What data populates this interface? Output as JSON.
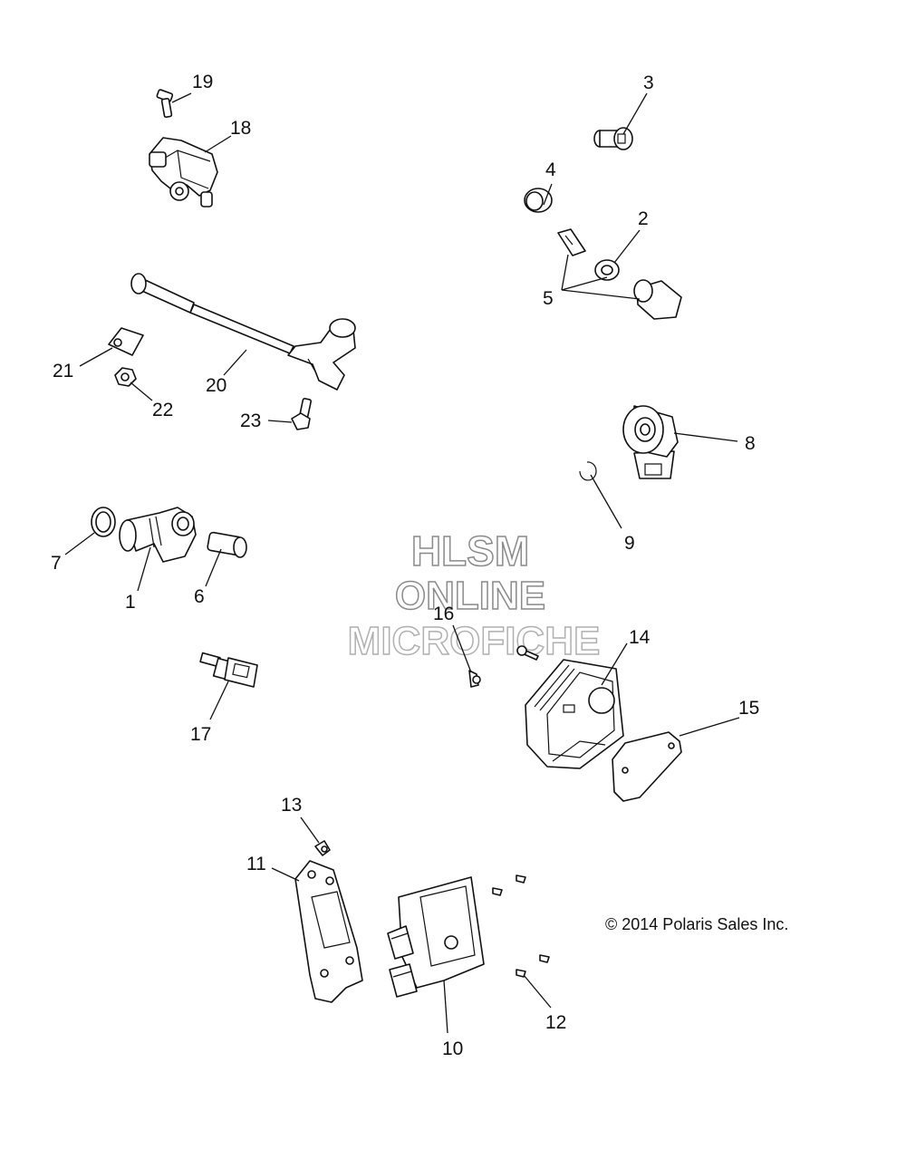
{
  "watermark": {
    "line1": "HLSM",
    "line2": "ONLINE",
    "line3": "MICROFICHE"
  },
  "copyright": "© 2014 Polaris Sales Inc.",
  "callouts": {
    "c1": "1",
    "c2": "2",
    "c3": "3",
    "c4": "4",
    "c5": "5",
    "c6": "6",
    "c7": "7",
    "c8": "8",
    "c9": "9",
    "c10": "10",
    "c11": "11",
    "c12": "12",
    "c13": "13",
    "c14": "14",
    "c15": "15",
    "c16": "16",
    "c17": "17",
    "c18": "18",
    "c19": "19",
    "c20": "20",
    "c21": "21",
    "c22": "22",
    "c23": "23"
  }
}
